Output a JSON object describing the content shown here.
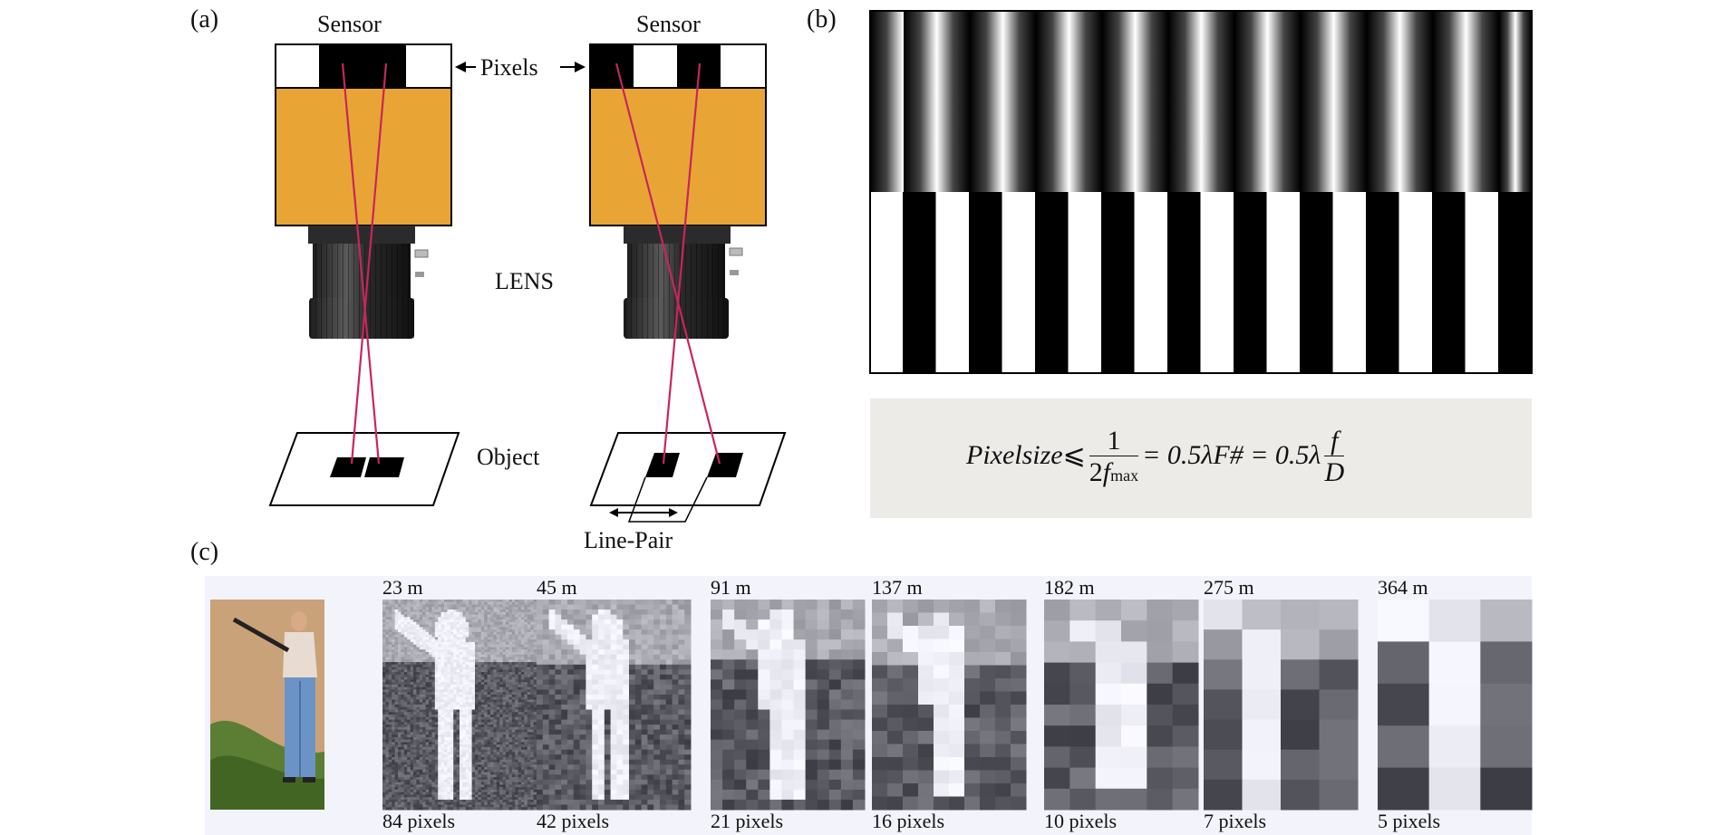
{
  "panels": {
    "a": "(a)",
    "b": "(b)",
    "c": "(c)"
  },
  "panel_a": {
    "sensor_left": "Sensor",
    "sensor_right": "Sensor",
    "pixels": "Pixels",
    "lens": "LENS",
    "object": "Object",
    "line_pair": "Line-Pair"
  },
  "panel_b": {
    "formula": {
      "lhs": "Pixelsize",
      "leq": "⩽",
      "num1": "1",
      "den1_prefix": "2",
      "den1_f": "f",
      "den1_sub": "max",
      "mid": "= 0.5λF# = 0.5λ",
      "num2": "f",
      "den2": "D"
    }
  },
  "panel_c": {
    "thumbnails": [
      {
        "distance": "23 m",
        "pixels": "84 pixels",
        "grid": 84
      },
      {
        "distance": "45 m",
        "pixels": "42 pixels",
        "grid": 42
      },
      {
        "distance": "91 m",
        "pixels": "21 pixels",
        "grid": 21
      },
      {
        "distance": "137 m",
        "pixels": "16 pixels",
        "grid": 16
      },
      {
        "distance": "182 m",
        "pixels": "10 pixels",
        "grid": 10
      },
      {
        "distance": "275 m",
        "pixels": "7 pixels",
        "grid": 7
      },
      {
        "distance": "364 m",
        "pixels": "5 pixels",
        "grid": 5
      }
    ]
  },
  "colors": {
    "camera_body": "#e8a535",
    "ray": "#c8265a",
    "formula_bg": "#ecebe8",
    "strip_bg": "#f2f3fb"
  }
}
